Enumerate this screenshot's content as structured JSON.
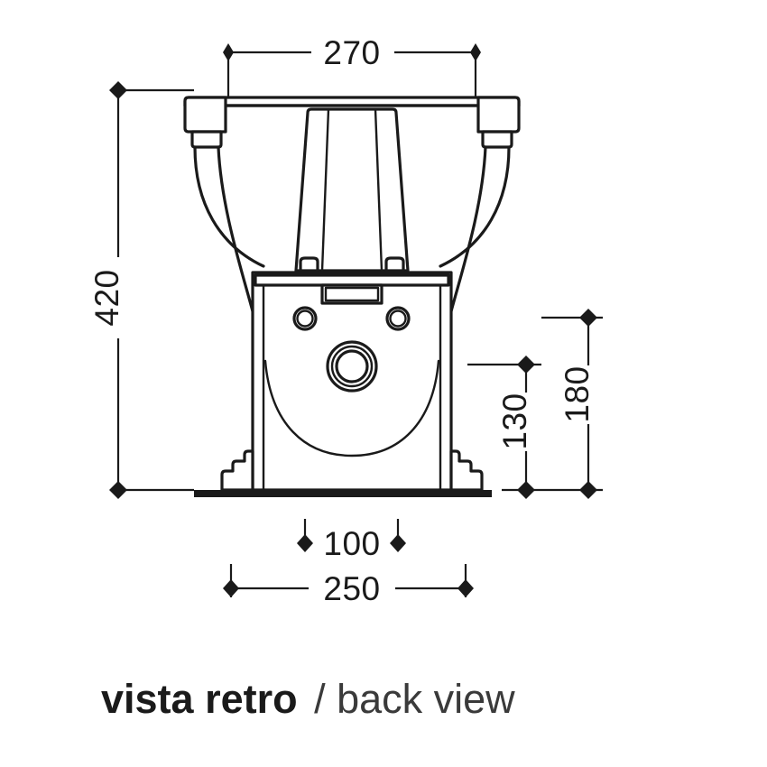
{
  "drawing": {
    "title": "vista retro",
    "subtitle": "/ back view",
    "caption_full": "vista retro / back view",
    "view_type": "back view",
    "product_name": "vista retro",
    "line_color": "#1a1a1a",
    "background_color": "#ffffff",
    "unit": "mm"
  },
  "dimensions": {
    "width_top": "270",
    "height_total": "420",
    "height_outlet": "130",
    "height_upper": "180",
    "width_bolts": "100",
    "width_base": "250"
  },
  "labels": {
    "dim_270": "270",
    "dim_420": "420",
    "dim_130": "130",
    "dim_180": "180",
    "dim_100": "100",
    "dim_250": "250"
  }
}
